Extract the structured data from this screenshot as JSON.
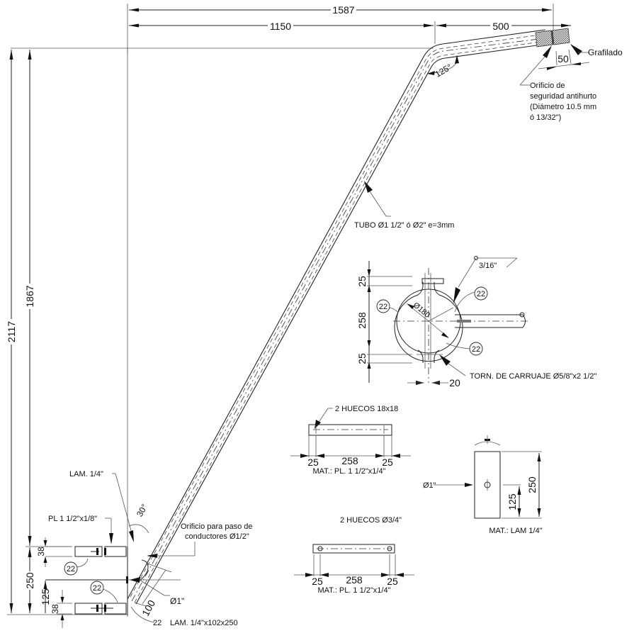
{
  "top_dimensions": {
    "overall_width": "1587",
    "vertical_reach": "1150",
    "arm_length": "500",
    "knurl_length": "50"
  },
  "left_dimensions": {
    "total_height": "2117",
    "height_to_arm": "1867",
    "base_plate": "250",
    "bracket_spacing": "125",
    "upper_strap": "38",
    "lower_strap": "38"
  },
  "angles": {
    "bend": "125°",
    "base": "30°"
  },
  "labels": {
    "knurl": "Grafilado",
    "antitheft_hole": [
      "Orificio de",
      "seguridad antihurto",
      "(Diámetro 10.5 mm",
      "ó 13/32\")"
    ],
    "pipe": "TUBO Ø1 1/2\" ó Ø2\"   e=3mm",
    "lam_top": "LAM. 1/4\"",
    "pl_strap": "PL 1 1/2\"x1/8\"",
    "conductor_hole": [
      "Orificio para paso de",
      "conductores Ø1/2\""
    ],
    "hole_1in": "Ø1\"",
    "lam_plate": "LAM. 1/4\"x102x250",
    "dim_100": "100",
    "weld_22": "22"
  },
  "clamp_detail": {
    "weld_size": "3/16\"",
    "diameter": "Ø180",
    "dim_top": "25",
    "dim_mid": "258",
    "dim_bottom": "25",
    "dim_gap": "20",
    "weld_callouts": [
      "22",
      "22",
      "22"
    ],
    "bolt": "TORN. DE CARRUAJE Ø5/8\"x2 1/2\""
  },
  "strap_detail_1": {
    "title": "2 HUECOS 18x18",
    "dims": [
      "25",
      "258",
      "25"
    ],
    "material": "MAT.: PL. 1 1/2\"x1/4\""
  },
  "strap_detail_2": {
    "title": "2 HUECOS Ø3/4\"",
    "dims": [
      "25",
      "258",
      "25"
    ],
    "material": "MAT.: PL. 1 1/2\"x1/4\""
  },
  "plate_detail": {
    "hole": "Ø1\"",
    "height": "250",
    "hole_height": "125",
    "material": "MAT.: LAM 1/4\""
  }
}
